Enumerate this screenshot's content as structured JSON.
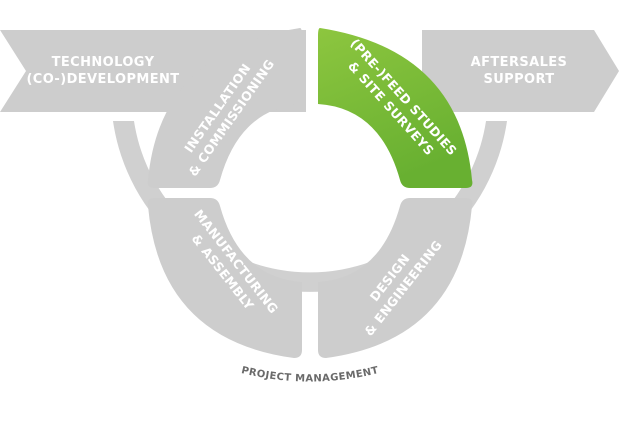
{
  "colors": {
    "segment_gray": "#cdcdcd",
    "ring_gray": "#d0d0d0",
    "highlight_green_top": "#8dc63f",
    "highlight_green_bottom": "#6ab232",
    "text_white": "#ffffff",
    "ring_text": "#666666"
  },
  "arrows": {
    "left": {
      "line1": "TECHNOLOGY",
      "line2": "(CO-)DEVELOPMENT"
    },
    "right": {
      "line1": "AFTERSALES",
      "line2": "SUPPORT"
    }
  },
  "segments": {
    "installation": {
      "line1": "INSTALLATION",
      "line2": "& COMMISSIONING"
    },
    "feed": {
      "line1": "(PRE-)FEED STUDIES",
      "line2": "& SITE SURVEYS",
      "highlighted": true
    },
    "manufacturing": {
      "line1": "MANUFACTURING",
      "line2": "& ASSEMBLY"
    },
    "design": {
      "line1": "DESIGN",
      "line2": "& ENGINEERING"
    }
  },
  "ring": {
    "label": "PROJECT MANAGEMENT"
  }
}
